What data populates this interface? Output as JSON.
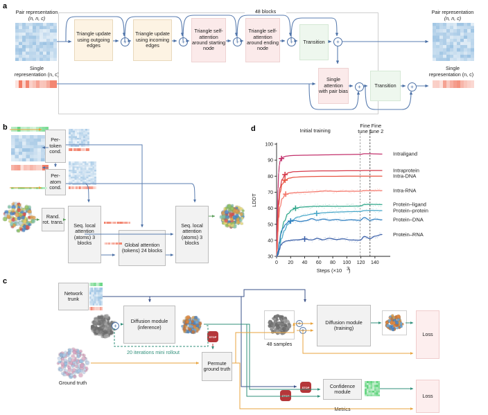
{
  "panels": {
    "a": {
      "letter": "a",
      "input_pair_label": "Pair representation",
      "input_pair_dims": "(n, n, c)",
      "input_single_label": "Single",
      "input_single_dims": "representation (n, c)",
      "output_pair_label": "Pair representation",
      "output_pair_dims": "(n, n, c)",
      "output_single_label": "Single",
      "output_single_dims": "representation (n, c)",
      "blocks_label": "48 blocks",
      "boxes": [
        {
          "id": "triangle-update-outgoing",
          "label": "Triangle update using outgoing edges",
          "color": "orange"
        },
        {
          "id": "triangle-update-incoming",
          "label": "Triangle update using incoming edges",
          "color": "orange"
        },
        {
          "id": "triangle-attention-starting",
          "label": "Triangle self-attention around starting node",
          "color": "pink"
        },
        {
          "id": "triangle-attention-ending",
          "label": "Triangle self-attention around ending node",
          "color": "pink"
        },
        {
          "id": "transition-pair",
          "label": "Transition",
          "color": "green"
        },
        {
          "id": "single-attention-pair-bias",
          "label": "Single attention with pair bias",
          "color": "pink"
        },
        {
          "id": "transition-single",
          "label": "Transition",
          "color": "green"
        }
      ],
      "plus_symbol": "+"
    },
    "b": {
      "letter": "b",
      "boxes": [
        {
          "id": "per-token-cond",
          "label": "Per-token cond."
        },
        {
          "id": "per-atom-cond",
          "label": "Per-atom cond."
        },
        {
          "id": "rand-rot-trans",
          "label": "Rand. rot. trans."
        },
        {
          "id": "seq-local-attention-1",
          "label": "Seq. local attention (atoms) 3 blocks"
        },
        {
          "id": "global-attention",
          "label": "Global attention (tokens) 24 blocks"
        },
        {
          "id": "seq-local-attention-2",
          "label": "Seq. local attention (atoms) 3 blocks"
        }
      ]
    },
    "c": {
      "letter": "c",
      "boxes": [
        {
          "id": "network-trunk",
          "label": "Network trunk"
        },
        {
          "id": "diffusion-module-inference",
          "label": "Diffusion module (inference)"
        },
        {
          "id": "permute-ground-truth",
          "label": "Permute ground truth"
        },
        {
          "id": "diffusion-module-training",
          "label": "Diffusion module (training)"
        },
        {
          "id": "confidence-module",
          "label": "Confidence module"
        },
        {
          "id": "metrics",
          "label": "Metrics"
        },
        {
          "id": "loss-diffusion",
          "label": "Loss"
        },
        {
          "id": "loss-confidence",
          "label": "Loss"
        }
      ],
      "mini_rollout": "20 iterations mini rollout",
      "ground_truth": "Ground truth",
      "samples_label": "48 samples",
      "stop_label": "STOP",
      "plus_symbol": "+"
    },
    "d": {
      "letter": "d"
    }
  },
  "chart_data": {
    "type": "line",
    "title": "",
    "xlabel": "Steps (×10³)",
    "ylabel": "LDDT",
    "xlim": [
      0,
      150
    ],
    "ylim": [
      30,
      100
    ],
    "xticks": [
      0,
      20,
      40,
      60,
      80,
      100,
      120,
      140
    ],
    "yticks": [
      30,
      40,
      50,
      60,
      70,
      80,
      90,
      100
    ],
    "grid": false,
    "legend_position": "right",
    "annotations": [
      {
        "text": "Initial training",
        "x": 55,
        "y": 99
      },
      {
        "text": "Fine tune 1",
        "x": 126,
        "y": 99
      },
      {
        "text": "Fine tune 2",
        "x": 142,
        "y": 99
      }
    ],
    "vlines": [
      {
        "x": 119,
        "style": "dashed",
        "color": "#888888"
      },
      {
        "x": 133,
        "style": "dashed",
        "color": "#222222"
      }
    ],
    "series": [
      {
        "name": "Intraligand",
        "color": "#c2306b",
        "marker": {
          "x": 7,
          "y": 91
        },
        "x": [
          0,
          1,
          2,
          3,
          4,
          5,
          7,
          10,
          14,
          20,
          28,
          40,
          55,
          70,
          85,
          100,
          119,
          125,
          133,
          140,
          150
        ],
        "values": [
          30,
          52,
          72,
          82,
          87,
          89.5,
          91,
          92,
          92.5,
          92.8,
          93,
          93.1,
          93.2,
          93.3,
          93.4,
          93.5,
          93.6,
          94,
          94,
          93.9,
          93.8
        ]
      },
      {
        "name": "Intraprotein",
        "color": "#d63a4a",
        "marker": {
          "x": 12,
          "y": 81
        },
        "x": [
          0,
          1,
          2,
          3,
          5,
          8,
          12,
          18,
          25,
          35,
          50,
          65,
          80,
          100,
          119,
          125,
          133,
          140,
          150
        ],
        "values": [
          30,
          40,
          55,
          65,
          73,
          78,
          81,
          82.3,
          82.8,
          83,
          83.2,
          83.3,
          83.3,
          83.4,
          83.4,
          83.5,
          83.5,
          83.5,
          83.5
        ]
      },
      {
        "name": "Intra-DNA",
        "color": "#e8523f",
        "marker": {
          "x": 12,
          "y": 77.5
        },
        "x": [
          0,
          1,
          2,
          3,
          5,
          8,
          12,
          18,
          25,
          35,
          50,
          65,
          80,
          100,
          119,
          125,
          133,
          140,
          150
        ],
        "values": [
          30,
          38,
          52,
          62,
          70,
          75,
          77.5,
          78.8,
          79.3,
          79.6,
          79.8,
          79.9,
          79.9,
          80,
          80,
          80,
          80,
          80,
          80
        ]
      },
      {
        "name": "Intra-RNA",
        "color": "#f4766a",
        "marker": {
          "x": 13,
          "y": 68.8
        },
        "x": [
          0,
          1,
          2,
          3,
          5,
          8,
          13,
          20,
          30,
          40,
          55,
          70,
          85,
          100,
          119,
          125,
          133,
          140,
          150
        ],
        "values": [
          30,
          34,
          45,
          54,
          61,
          66,
          68.8,
          69.5,
          69.8,
          70,
          70.3,
          70.8,
          70.5,
          70.6,
          70.6,
          71,
          71,
          71,
          71
        ]
      },
      {
        "name": "Protein–ligand",
        "color": "#2fa78a",
        "marker": {
          "x": 27,
          "y": 60
        },
        "x": [
          0,
          2,
          4,
          7,
          11,
          16,
          22,
          27,
          35,
          45,
          55,
          70,
          85,
          100,
          119,
          125,
          133,
          140,
          150
        ],
        "values": [
          30,
          32,
          38,
          46,
          52,
          56.5,
          59,
          60,
          60.7,
          61,
          61.2,
          61.3,
          61.2,
          61.3,
          61.4,
          62.3,
          62.4,
          62.4,
          62.3
        ]
      },
      {
        "name": "Protein–protein",
        "color": "#4aa8c9",
        "marker": {
          "x": 57,
          "y": 56.8
        },
        "x": [
          0,
          2,
          4,
          7,
          11,
          16,
          22,
          30,
          40,
          50,
          57,
          70,
          85,
          100,
          119,
          125,
          133,
          140,
          150
        ],
        "values": [
          30,
          31,
          35,
          41,
          46,
          50,
          52.5,
          54.5,
          55.5,
          56.3,
          56.8,
          57.3,
          57.6,
          57.8,
          58,
          58.5,
          58.6,
          58.6,
          58.5
        ]
      },
      {
        "name": "Protein–DNA",
        "color": "#2f7fc1",
        "marker": {
          "x": 20,
          "y": 52
        },
        "x": [
          0,
          2,
          4,
          6,
          9,
          13,
          17,
          20,
          26,
          33,
          42,
          50,
          58,
          66,
          75,
          85,
          95,
          105,
          119,
          125,
          133,
          140,
          150
        ],
        "values": [
          30,
          33,
          39,
          44,
          47.5,
          50,
          51.5,
          52,
          52.3,
          51.8,
          52.2,
          53.5,
          52.5,
          53.2,
          52.6,
          53,
          52.4,
          52.8,
          52.5,
          54.2,
          52.5,
          53.2,
          52.8
        ]
      },
      {
        "name": "Protein–RNA",
        "color": "#3a5fa8",
        "marker": {
          "x": 40,
          "y": 40.8
        },
        "x": [
          0,
          2,
          4,
          6,
          9,
          13,
          18,
          24,
          30,
          40,
          50,
          58,
          66,
          75,
          85,
          95,
          105,
          119,
          125,
          133,
          140,
          150
        ],
        "values": [
          30,
          31,
          34,
          37,
          38.5,
          39.5,
          39.8,
          40.2,
          40.3,
          40.8,
          40.2,
          41.2,
          40.3,
          41.3,
          40.5,
          40.9,
          40.2,
          40.1,
          42.4,
          41,
          42.6,
          43.6
        ]
      }
    ]
  }
}
